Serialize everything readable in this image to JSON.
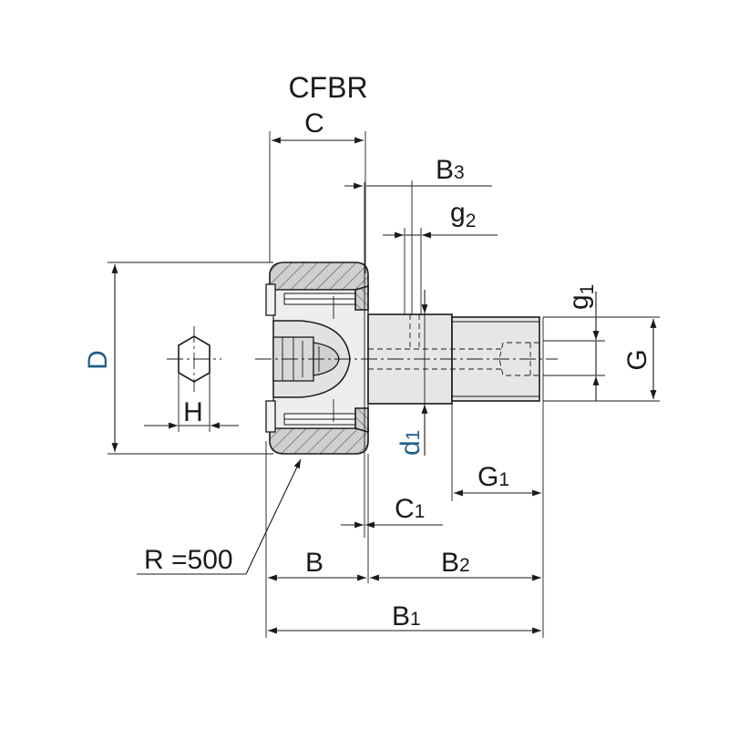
{
  "diagram": {
    "title": "CFBR",
    "colors": {
      "title": "#0e3f6a",
      "blue_label": "#1f5f8b",
      "line": "#1a1a1a",
      "hatch_fill": "#cfcfcf",
      "shaft_fill": "#e6e6e6"
    },
    "dimensions": {
      "C": {
        "main": "C",
        "sub": ""
      },
      "B3": {
        "main": "B",
        "sub": "3"
      },
      "g2": {
        "main": "g",
        "sub": "2"
      },
      "g1": {
        "main": "g",
        "sub": "1"
      },
      "G": {
        "main": "G",
        "sub": ""
      },
      "D": {
        "main": "D",
        "sub": ""
      },
      "H": {
        "main": "H",
        "sub": ""
      },
      "d1": {
        "main": "d",
        "sub": "1"
      },
      "G1": {
        "main": "G",
        "sub": "1"
      },
      "C1": {
        "main": "C",
        "sub": "1"
      },
      "R": {
        "main": "R =500",
        "sub": ""
      },
      "B": {
        "main": "B",
        "sub": ""
      },
      "B2": {
        "main": "B",
        "sub": "2"
      },
      "B1": {
        "main": "B",
        "sub": "1"
      }
    }
  }
}
